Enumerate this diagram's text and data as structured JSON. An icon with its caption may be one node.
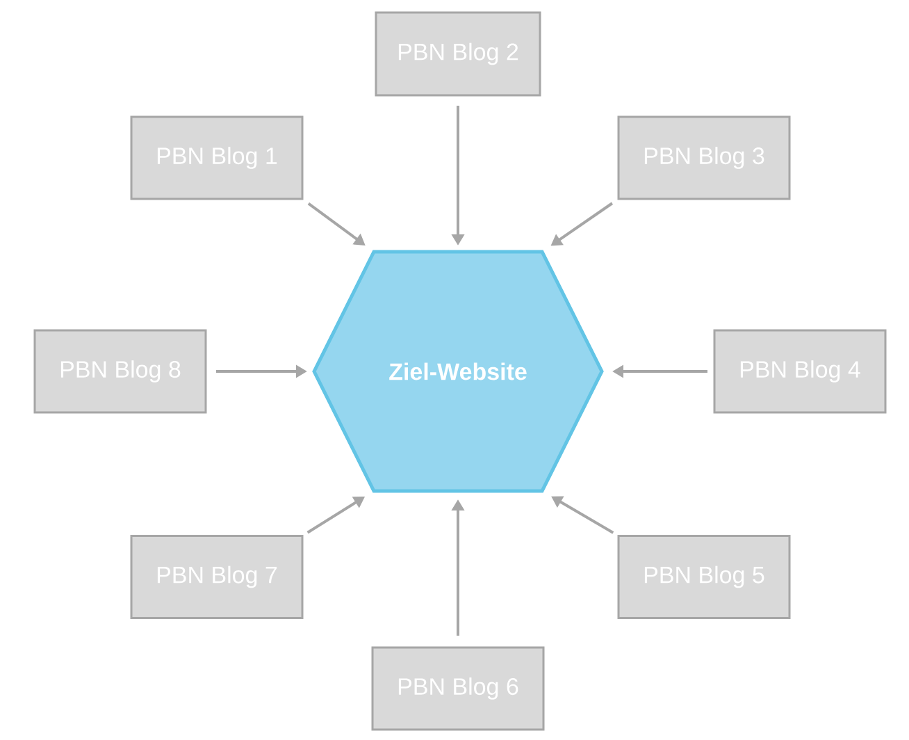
{
  "diagram": {
    "nodes": [
      {
        "text": [
          "PBN Blog 2"
        ]
      },
      {
        "text": [
          "PBN Blog 1"
        ]
      },
      {
        "text": [
          "PBN Blog 3"
        ]
      },
      {
        "text": [
          "PBN Blog 8"
        ]
      },
      {
        "text": [
          "Ziel-Website"
        ]
      },
      {
        "text": [
          "PBN Blog 4"
        ]
      },
      {
        "text": [
          "PBN Blog 7"
        ]
      },
      {
        "text": [
          "PBN Blog 5"
        ]
      },
      {
        "text": [
          "PBN Blog 6"
        ]
      }
    ],
    "edges": [
      {
        "from": 0,
        "to": 4,
        "arrow": "to"
      },
      {
        "from": 1,
        "to": 4,
        "arrow": "to"
      },
      {
        "from": 2,
        "to": 4,
        "arrow": "to"
      },
      {
        "from": 3,
        "to": 4,
        "arrow": "to"
      },
      {
        "from": 5,
        "to": 4,
        "arrow": "to"
      },
      {
        "from": 6,
        "to": 4,
        "arrow": "to"
      },
      {
        "from": 7,
        "to": 4,
        "arrow": "to"
      },
      {
        "from": 8,
        "to": 4,
        "arrow": "to"
      }
    ]
  }
}
